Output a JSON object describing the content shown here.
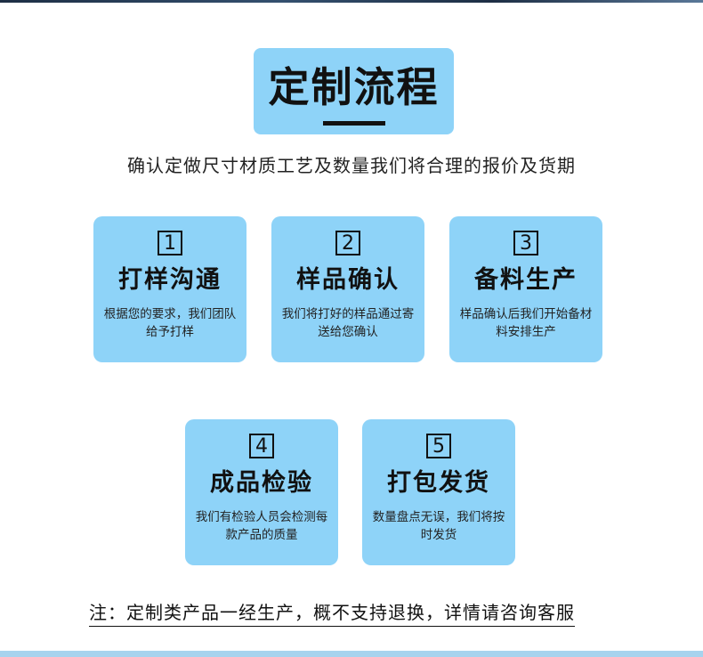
{
  "header": {
    "title": "定制流程",
    "subtitle": "确认定做尺寸材质工艺及数量我们将合理的报价及货期"
  },
  "steps": [
    {
      "number": "1",
      "title": "打样沟通",
      "desc": "根据您的要求，我们团队给予打样"
    },
    {
      "number": "2",
      "title": "样品确认",
      "desc": "我们将打好的样品通过寄送给您确认"
    },
    {
      "number": "3",
      "title": "备料生产",
      "desc": "样品确认后我们开始备材料安排生产"
    },
    {
      "number": "4",
      "title": "成品检验",
      "desc": "我们有检验人员会检测每款产品的质量"
    },
    {
      "number": "5",
      "title": "打包发货",
      "desc": "数量盘点无误，我们将按时发货"
    }
  ],
  "footer": {
    "note": "注：定制类产品一经生产，概不支持退换，详情请咨询客服"
  },
  "colors": {
    "card_bg": "#8ed3f8",
    "text": "#111111",
    "bottom_strip": "#a7d3ee"
  }
}
